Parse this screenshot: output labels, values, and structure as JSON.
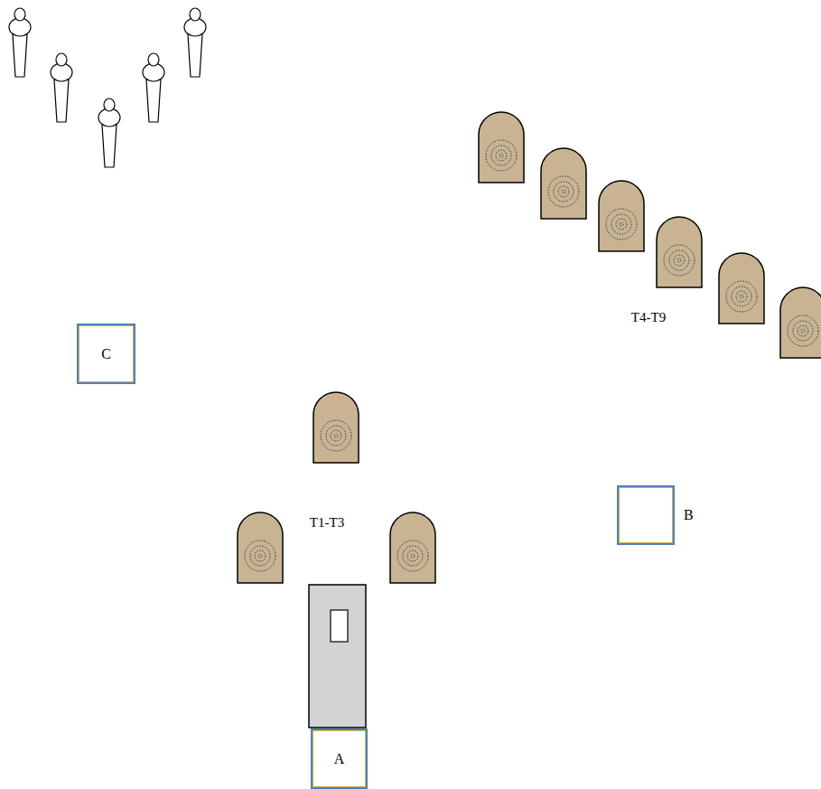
{
  "diagram": {
    "nodes": [
      {
        "text": [
          "C"
        ]
      },
      {
        "text": [
          "B"
        ]
      },
      {
        "text": [
          "A"
        ]
      }
    ],
    "labels": [
      "T4-T9",
      "T1-T3"
    ]
  }
}
